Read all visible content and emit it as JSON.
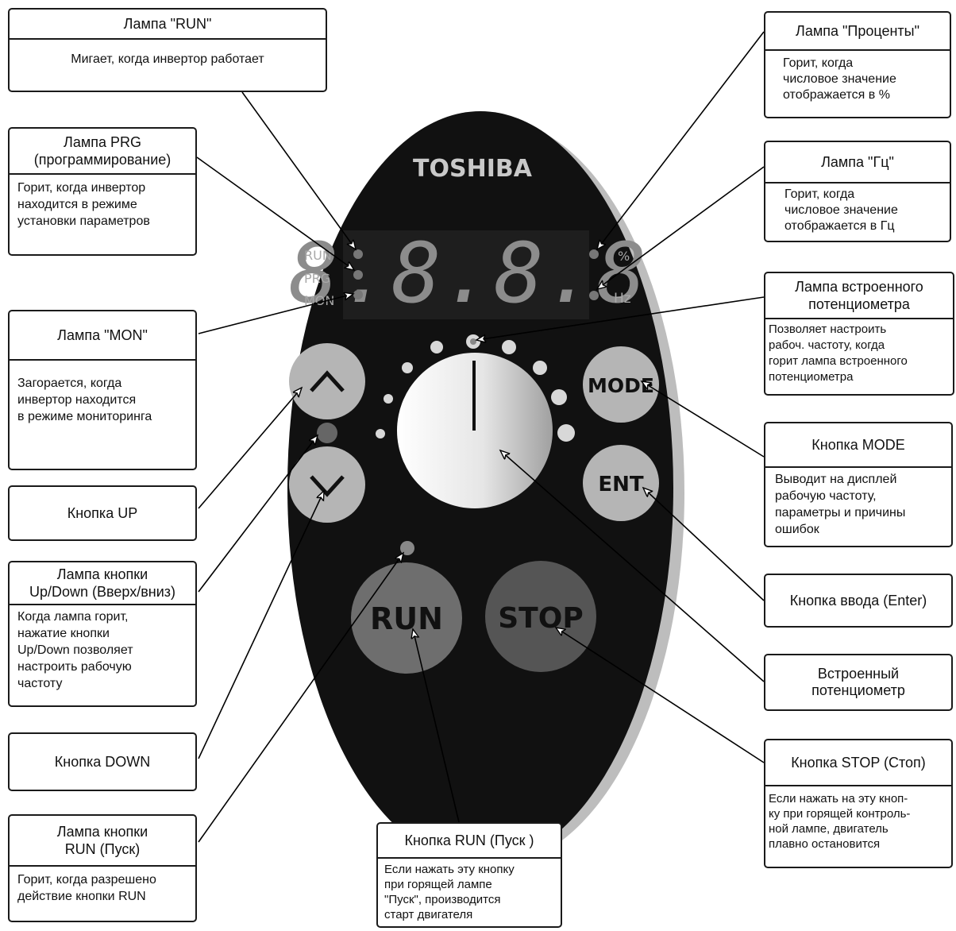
{
  "panel": {
    "brand": "TOSHIBA",
    "display_digits": "8.8.8.8",
    "lamp_labels": {
      "run": "RUN",
      "prg": "PRG",
      "mon": "MON",
      "percent": "%",
      "hz": "Hz"
    },
    "buttons": {
      "up": "^",
      "down": "v",
      "mode": "MODE",
      "ent": "ENT",
      "run": "RUN",
      "stop": "STOP"
    }
  },
  "callouts": {
    "run_lamp": {
      "title": "Лампа \"RUN\"",
      "text": "Мигает, когда инвертор работает"
    },
    "prg_lamp": {
      "title": "Лампа PRG\n(программирование)",
      "text": "Горит, когда инвертор\nнаходится в режиме\nустановки параметров"
    },
    "mon_lamp": {
      "title": "Лампа \"MON\"",
      "text": "Загорается, когда\nинвертор находится\nв режиме мониторинга"
    },
    "up_button": {
      "title": "Кнопка UP"
    },
    "updown_lamp": {
      "title": "Лампа кнопки\nUp/Down (Вверх/вниз)",
      "text": "Когда  лампа горит,\nнажатие кнопки\nUp/Down позволяет\nнастроить рабочую\nчастоту"
    },
    "down_button": {
      "title": "Кнопка DOWN"
    },
    "run_button_lamp": {
      "title": "Лампа кнопки\nRUN (Пуск)",
      "text": "Горит, когда  разрешено\nдействие кнопки RUN"
    },
    "run_button": {
      "title": "Кнопка RUN (Пуск )",
      "text": "Если нажать эту кнопку\nпри горящей  лампе\n\"Пуск\", производится\nстарт двигателя"
    },
    "percent_lamp": {
      "title": "Лампа \"Проценты\"",
      "text": "Горит, когда\nчисловое значение\nотображается в %"
    },
    "hz_lamp": {
      "title": "Лампа \"Гц\"",
      "text": "Горит, когда\nчисловое значение\nотображается в Гц"
    },
    "pot_lamp": {
      "title": "Лампа встроенного\nпотенциометра",
      "text": "Позволяет настроить\nрабоч. частоту, когда\nгорит лампа встроенного\nпотенциометра"
    },
    "mode_button": {
      "title": "Кнопка MODE",
      "text": "Выводит на дисплей\nрабочую частоту,\nпараметры и причины\nошибок"
    },
    "enter_button": {
      "title": "Кнопка ввода (Enter)"
    },
    "potentiometer": {
      "title": "Встроенный\nпотенциометр"
    },
    "stop_button": {
      "title": "Кнопка STOP (Стоп)",
      "text": "Если нажать на эту кноп-\nку при горящей контроль-\nной лампе, двигатель\nплавно остановится"
    }
  }
}
